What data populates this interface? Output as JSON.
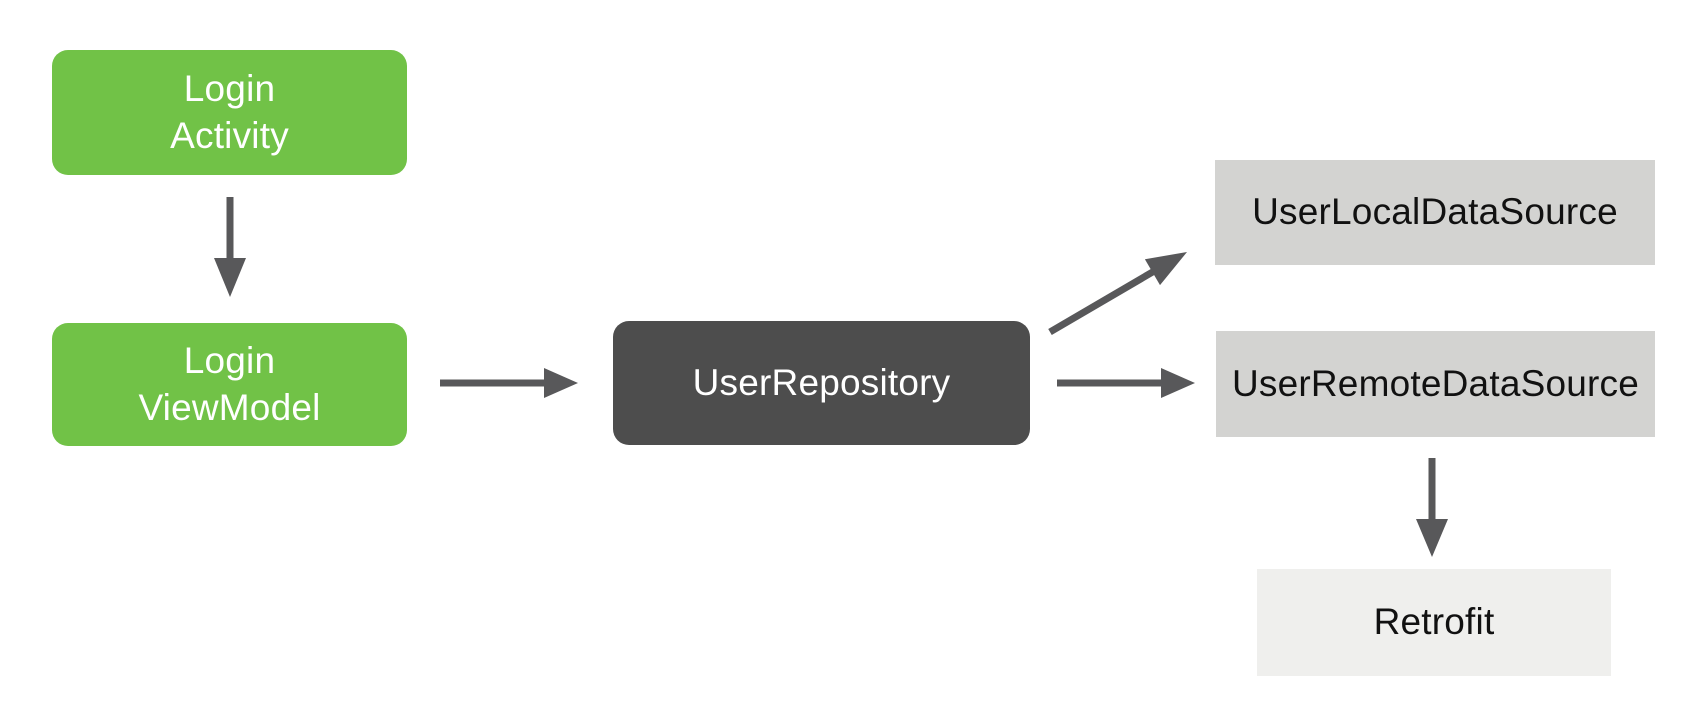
{
  "colors": {
    "background": "#ffffff",
    "green": "#71C247",
    "dark_gray": "#4D4D4D",
    "light_gray": "#D3D3D1",
    "lighter_gray": "#EFEFED",
    "arrow": "#58585A",
    "text_light": "#FFFFFF",
    "text_dark": "#111111"
  },
  "diagram": {
    "nodes": {
      "login_activity": {
        "label": "Login\nActivity",
        "style": "green"
      },
      "login_viewmodel": {
        "label": "Login\nViewModel",
        "style": "green"
      },
      "user_repository": {
        "label": "UserRepository",
        "style": "dark-gray"
      },
      "user_local": {
        "label": "UserLocalDataSource",
        "style": "light-gray"
      },
      "user_remote": {
        "label": "UserRemoteDataSource",
        "style": "light-gray"
      },
      "retrofit": {
        "label": "Retrofit",
        "style": "lighter-gray"
      }
    },
    "edges": [
      {
        "from": "login_activity",
        "to": "login_viewmodel",
        "direction": "down"
      },
      {
        "from": "login_viewmodel",
        "to": "user_repository",
        "direction": "right"
      },
      {
        "from": "user_repository",
        "to": "user_local",
        "direction": "up-right"
      },
      {
        "from": "user_repository",
        "to": "user_remote",
        "direction": "right"
      },
      {
        "from": "user_remote",
        "to": "retrofit",
        "direction": "down"
      }
    ]
  }
}
